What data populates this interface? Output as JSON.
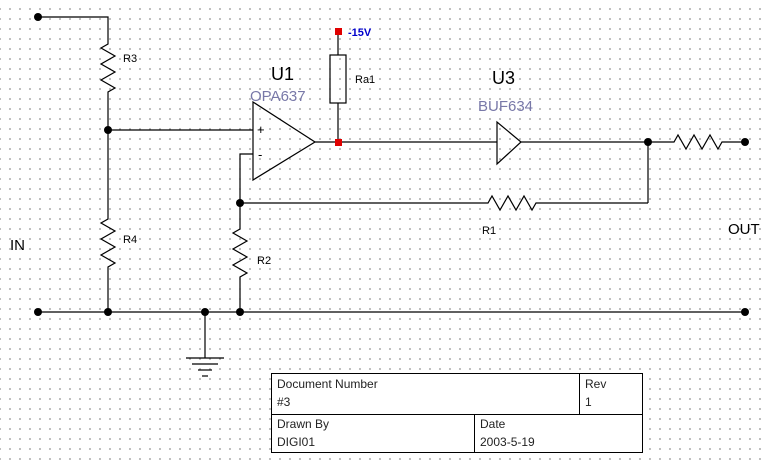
{
  "components": {
    "u1": {
      "ref": "U1",
      "model": "OPA637",
      "plus": "+",
      "minus": "-"
    },
    "u3": {
      "ref": "U3",
      "model": "BUF634"
    },
    "r1": "R1",
    "r2": "R2",
    "r3": "R3",
    "r4": "R4",
    "ra1": "Ra1"
  },
  "supply": {
    "label": "-15V",
    "color": "#0000cc",
    "marker_color": "#e00000"
  },
  "ports": {
    "in": "IN",
    "out": "OUT"
  },
  "title_block": {
    "document_number_label": "Document Number",
    "document_number": "#3",
    "rev_label": "Rev",
    "rev": "1",
    "drawn_by_label": "Drawn By",
    "drawn_by": "DIGI01",
    "date_label": "Date",
    "date": "2003-5-19"
  }
}
